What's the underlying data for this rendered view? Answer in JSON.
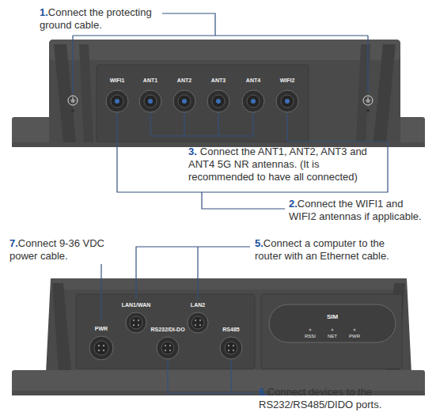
{
  "diagram": {
    "labels": [
      "1.",
      "Connect the protecting ground cable.",
      "WIFI1",
      "ANT1",
      "ANT2",
      "ANT3",
      "ANT4",
      "WIFI2",
      "3.",
      "Connect the ANT1, ANT2, ANT3 and ANT4 5G NR antennas. (It is recommended to have all connected)",
      "2.",
      "Connect the WIFI1 and WIFI2 antennas if applicable.",
      "7.",
      "Connect 9-36 VDC power cable.",
      "5.",
      "Connect a computer to the router with an Ethernet cable.",
      "PWR",
      "LAN1/WAN",
      "LAN2",
      "RS232/DI-DO",
      "RS485",
      "SIM",
      "RSSI",
      "NET",
      "PWR",
      "6.",
      "Connect devices to the RS232/RS485/DIDO ports."
    ]
  }
}
